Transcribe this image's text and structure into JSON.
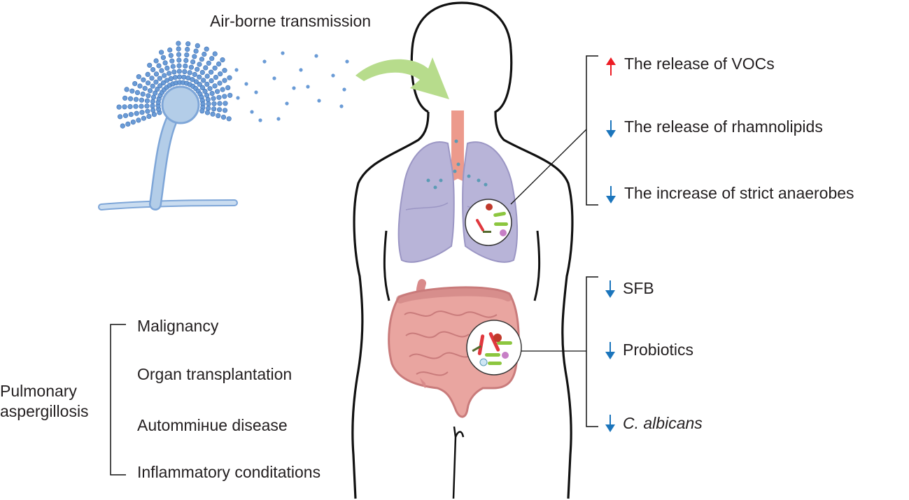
{
  "transmission_label": "Air-borne transmission",
  "lung_effects": [
    {
      "direction": "up",
      "text": "The release of VOCs"
    },
    {
      "direction": "down",
      "text": "The release of rhamnolipids"
    },
    {
      "direction": "down",
      "text": "The increase of strict anaerobes"
    }
  ],
  "gut_effects": [
    {
      "direction": "down",
      "text": "SFB"
    },
    {
      "direction": "down",
      "text": "Probiotics"
    },
    {
      "direction": "down",
      "text": "C. albicans"
    }
  ],
  "disease": {
    "line1": "Pulmonary",
    "line2": "aspergillosis"
  },
  "risk_factors": [
    "Malignancy",
    "Organ transplantation",
    "Autommінue disease",
    "Inflammatory conditations"
  ],
  "colors": {
    "up_arrow": "#ed1c24",
    "down_arrow": "#1b75bc",
    "spore": "#6a9bd6",
    "fungus": "#b3cde8",
    "airflow_arrow": "#b7dc8c",
    "lung": "#b8b4d8",
    "trachea": "#ec9a8c",
    "intestine": "#d98a8a"
  },
  "icons": [
    "aspergillus-conidiophore",
    "spore-dots",
    "airflow-arrow",
    "human-silhouette",
    "trachea",
    "lungs",
    "intestine",
    "lung-microbiota-magnifier",
    "gut-microbiota-magnifier",
    "up-arrow-icon",
    "down-arrow-icon"
  ]
}
